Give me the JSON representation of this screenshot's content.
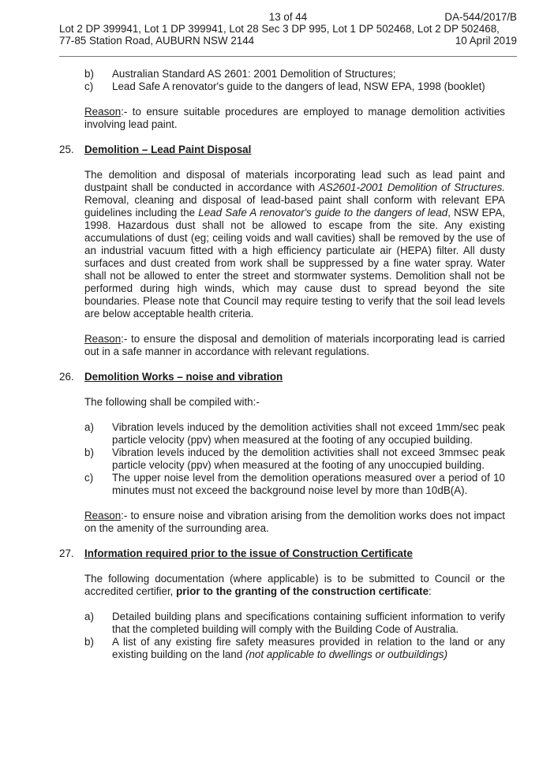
{
  "header": {
    "page": "13 of 44",
    "ref": "DA-544/2017/B",
    "lots": "Lot 2 DP 399941, Lot 1 DP 399941, Lot 28 Sec 3 DP 995, Lot 1 DP 502468, Lot 2 DP 502468,",
    "address": "77-85 Station Road, AUBURN NSW 2144",
    "date": "10 April 2019"
  },
  "top_list": [
    {
      "label": "b)",
      "text": "Australian Standard AS 2601: 2001 Demolition of Structures;"
    },
    {
      "label": "c)",
      "text": "Lead Safe A renovator's guide to the dangers of lead, NSW EPA, 1998 (booklet)"
    }
  ],
  "reason_word": "Reason",
  "top_reason": ":-  to ensure suitable procedures are employed to manage demolition activities involving lead paint.",
  "s25": {
    "num": "25.",
    "title": "Demolition – Lead Paint Disposal",
    "p1": "The demolition and disposal of materials incorporating lead such as lead paint and dustpaint shall be conducted in accordance with ",
    "p1_ital1": "AS2601-2001 Demolition of Structures.",
    "p1_b": " Removal, cleaning and disposal of lead-based paint shall conform with relevant EPA guidelines including the ",
    "p1_ital2": "Lead Safe A renovator's guide to the dangers of lead",
    "p1_c": ", NSW EPA, 1998.  Hazardous dust shall not be allowed to escape from the site. Any existing accumulations of dust (eg; ceiling voids and wall cavities) shall be removed by the use of an industrial vacuum fitted with a high efficiency particulate air (HEPA) filter.  All dusty surfaces and dust created from work shall be suppressed by a fine water spray.  Water shall not be allowed to enter the street and stormwater systems.  Demolition shall not be performed during high winds, which may cause dust to spread beyond the site boundaries.  Please note that Council may require testing to verify that the soil lead levels are below acceptable health criteria.",
    "reason": ":-  to ensure the disposal and demolition of materials incorporating lead is carried out in a safe manner in accordance with relevant regulations."
  },
  "s26": {
    "num": "26.",
    "title": "Demolition Works – noise and vibration",
    "intro": "The following shall be compiled with:-",
    "items": [
      {
        "label": "a)",
        "text": "Vibration levels induced by the demolition activities shall not exceed 1mm/sec peak particle velocity (ppv) when measured at the footing of any occupied building."
      },
      {
        "label": "b)",
        "text": "Vibration levels induced by the demolition activities shall not exceed 3mmsec peak particle velocity (ppv) when measured at the footing of any unoccupied building."
      },
      {
        "label": "c)",
        "text": "The upper noise level from the demolition operations measured over a period of 10 minutes must not exceed the background noise level by more than 10dB(A)."
      }
    ],
    "reason": ":- to ensure noise and vibration arising from the demolition works does not impact on the amenity of the surrounding area."
  },
  "s27": {
    "num": "27.",
    "title": "Information required prior to the issue of Construction Certificate",
    "intro_a": "The following documentation (where applicable) is to be submitted to Council or the accredited certifier, ",
    "intro_bold": "prior to the granting of the construction certificate",
    "intro_c": ":",
    "item_a_label": "a)",
    "item_a": "Detailed building plans and specifications containing sufficient information to verify that the completed building will comply with the Building Code of Australia.",
    "item_b_label": "b)",
    "item_b": "A list of any existing fire safety measures provided in relation to the land or any existing building on the land ",
    "item_b_ital": "(not applicable to dwellings or outbuildings)"
  }
}
